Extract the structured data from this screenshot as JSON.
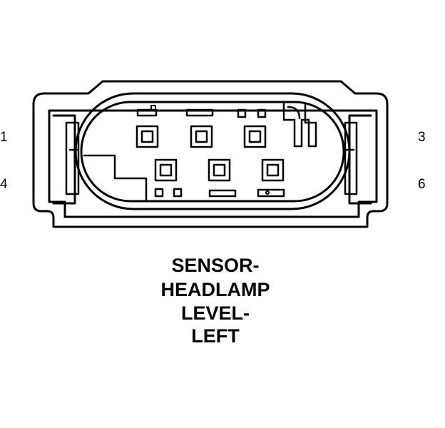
{
  "pins": {
    "top_left": "1",
    "bottom_left": "4",
    "top_right": "3",
    "bottom_right": "6"
  },
  "caption": {
    "line1": "SENSOR-",
    "line2": "HEADLAMP",
    "line3": "LEVEL-",
    "line4": "LEFT"
  },
  "colors": {
    "stroke": "#000000",
    "background": "#ffffff"
  }
}
